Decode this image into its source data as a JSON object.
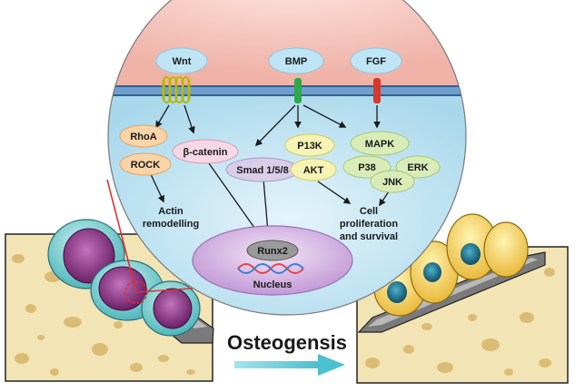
{
  "signals": {
    "wnt": "Wnt",
    "bmp": "BMP",
    "fgf": "FGF"
  },
  "nodes": {
    "rhoa": "RhoA",
    "rock": "ROCK",
    "beta_catenin": "β-catenin",
    "smad": "Smad 1/5/8",
    "p13k": "P13K",
    "akt": "AKT",
    "mapk": "MAPK",
    "p38": "P38",
    "jnk": "JNK",
    "erk": "ERK",
    "runx2": "Runx2"
  },
  "outcomes": {
    "actin_line1": "Actin",
    "actin_line2": "remodelling",
    "cell_line1": "Cell",
    "cell_line2": "proliferation",
    "cell_line3": "and survival",
    "nucleus": "Nucleus"
  },
  "process_label": "Osteogensis",
  "colors": {
    "extracellular": "#f6c9c2",
    "cytoplasm": "#cde9f3",
    "membrane": "#6f9fcc",
    "signal_bubble": "#bfe5f4",
    "orange_node": "#f9d4a8",
    "pink_node": "#f5d8e4",
    "purple_node": "#d9cdea",
    "yellow_node": "#f6f3b5",
    "green_node": "#d9ecb8",
    "nucleus": "#d7b6e3",
    "runx2": "#9a9a9a",
    "arrow_cyan": "#59c7d6",
    "bone": "#f3e4b5"
  }
}
